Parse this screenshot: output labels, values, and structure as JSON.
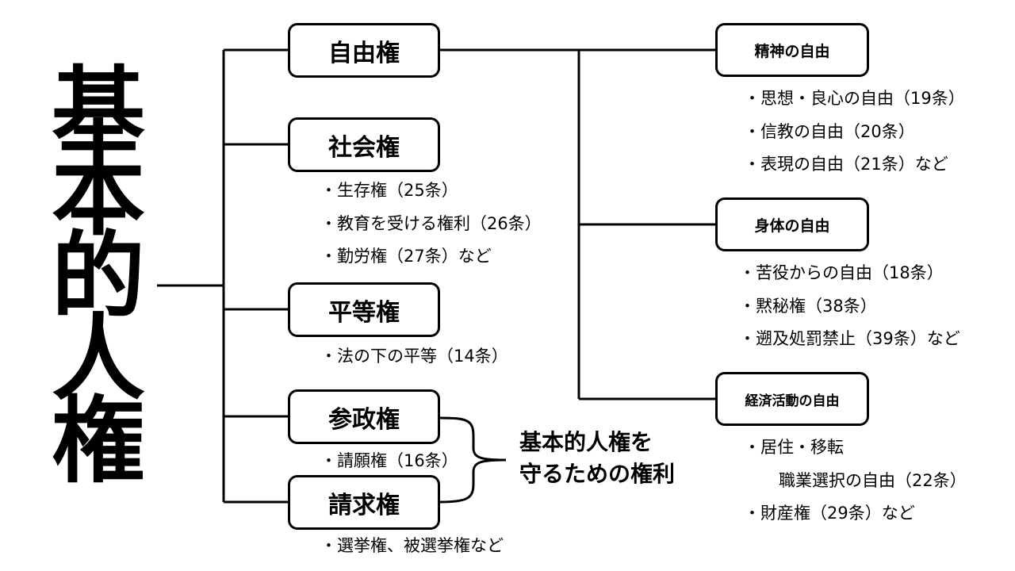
{
  "title_chars": [
    "基",
    "本",
    "的",
    "人",
    "権"
  ],
  "left_boxes": {
    "jiyuken": "自由権",
    "shakaiken": "社会権",
    "byodoken": "平等権",
    "sanseiken": "参政権",
    "seikyuken": "請求権"
  },
  "right_boxes": {
    "seishin": "精神の自由",
    "shintai": "身体の自由",
    "keizai": "経済活動の自由"
  },
  "lists": {
    "shakaiken": [
      "・生存権（25条）",
      "・教育を受ける権利（26条）",
      "・勤労権（27条）など"
    ],
    "byodoken": [
      "・法の下の平等（14条）"
    ],
    "sanseiken": [
      "・請願権（16条）"
    ],
    "seikyuken": [
      "・選挙権、被選挙権など"
    ],
    "seishin": [
      "・思想・良心の自由（19条）",
      "・信教の自由（20条）",
      "・表現の自由（21条）など"
    ],
    "shintai": [
      "・苦役からの自由（18条）",
      "・黙秘権（38条）",
      "・遡及処罰禁止（39条）など"
    ],
    "keizai": [
      "・居住・移転",
      "職業選択の自由（22条）",
      "・財産権（29条）など"
    ]
  },
  "note": {
    "line1": "基本的人権を",
    "line2": "守るための権利"
  },
  "colors": {
    "line": "#000000",
    "background": "#ffffff",
    "text": "#000000"
  }
}
